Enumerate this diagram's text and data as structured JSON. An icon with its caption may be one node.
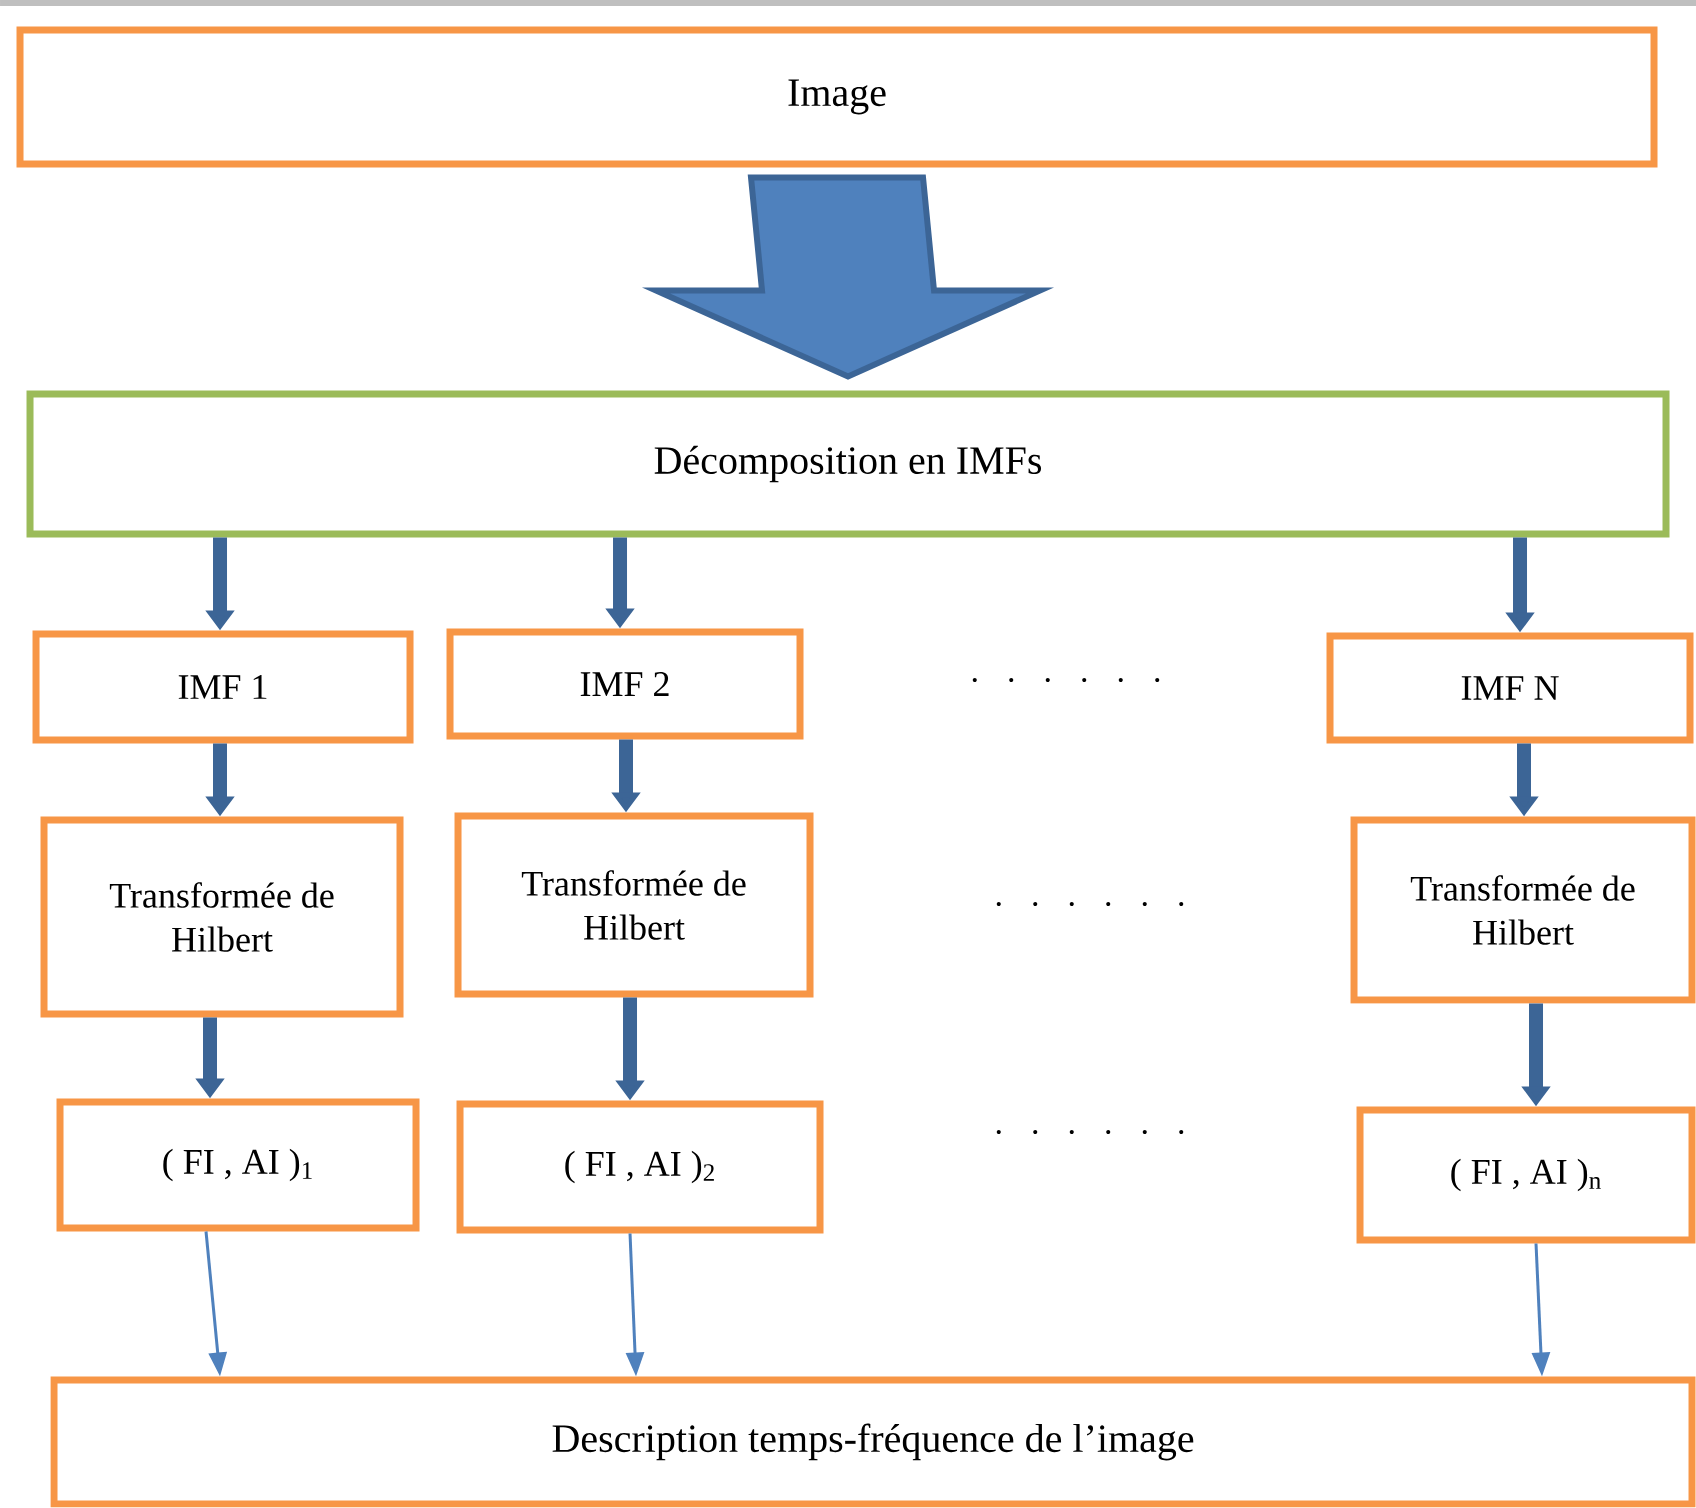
{
  "diagram": {
    "nodes": [
      {
        "text": [
          "Image"
        ]
      },
      {
        "text": [
          "Décomposition en IMFs"
        ]
      },
      {
        "text": [
          "IMF 1"
        ]
      },
      {
        "text": [
          "IMF 2"
        ]
      },
      {
        "text": [
          "IMF N"
        ]
      },
      {
        "text": [
          "Transformée de Hilbert"
        ]
      },
      {
        "text": [
          "Transformée de Hilbert"
        ]
      },
      {
        "text": [
          "Transformée de Hilbert"
        ]
      },
      {
        "text": [
          "( FI , AI )$_{1}$"
        ]
      },
      {
        "text": [
          "( FI , AI )$_{2}$"
        ]
      },
      {
        "text": [
          "( FI , AI )$_{n}$"
        ]
      },
      {
        "text": [
          "Description temps-fréquence de l’image"
        ]
      }
    ],
    "edges": [
      {
        "from": 0,
        "to": 1,
        "arrow": "to",
        "style": "thick"
      },
      {
        "from": 1,
        "to": 2,
        "arrow": "to"
      },
      {
        "from": 1,
        "to": 3,
        "arrow": "to"
      },
      {
        "from": 1,
        "to": 4,
        "arrow": "to"
      },
      {
        "from": 2,
        "to": 5,
        "arrow": "to"
      },
      {
        "from": 3,
        "to": 6,
        "arrow": "to"
      },
      {
        "from": 4,
        "to": 7,
        "arrow": "to"
      },
      {
        "from": 5,
        "to": 8,
        "arrow": "to"
      },
      {
        "from": 6,
        "to": 9,
        "arrow": "to"
      },
      {
        "from": 7,
        "to": 10,
        "arrow": "to"
      },
      {
        "from": 8,
        "to": 11,
        "arrow": "to",
        "color": "#4f81bd"
      },
      {
        "from": 9,
        "to": 11,
        "arrow": "to",
        "color": "#4f81bd"
      },
      {
        "from": 10,
        "to": 11,
        "arrow": "to",
        "color": "#4f81bd"
      }
    ],
    "labels": [
      ". . . . . .",
      ". . . . . .",
      ". . . . . ."
    ]
  }
}
